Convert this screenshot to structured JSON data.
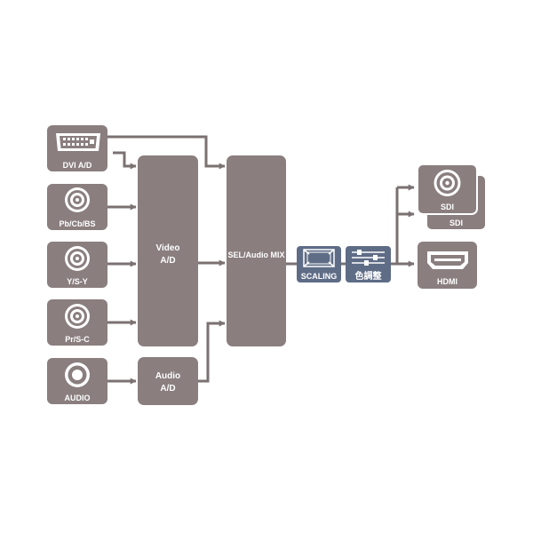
{
  "colors": {
    "block": "#8a7e7f",
    "block_dark": "#6f6566",
    "line": "#7b7172",
    "slate": "#5e6c86",
    "white": "#ffffff"
  },
  "inputs": {
    "dvi": "DVI A/D",
    "pb": "Pb/Cb/BS",
    "y": "Y/S-Y",
    "pr": "Pr/S-C",
    "audio": "AUDIO"
  },
  "blocks": {
    "video_ad_line1": "Video",
    "video_ad_line2": "A/D",
    "audio_ad_line1": "Audio",
    "audio_ad_line2": "A/D",
    "sel": "SEL/Audio MIX",
    "scaling": "SCALING",
    "color": "色調整"
  },
  "outputs": {
    "sdi_1": "SDI",
    "sdi_2": "SDI",
    "hdmi": "HDMI"
  },
  "icons": {
    "dvi": "dvi-connector-icon",
    "bnc": "bnc-connector-icon",
    "rca": "rca-connector-icon",
    "scaling": "scaling-icon",
    "color": "color-adjust-sliders-icon",
    "hdmi": "hdmi-connector-icon"
  }
}
